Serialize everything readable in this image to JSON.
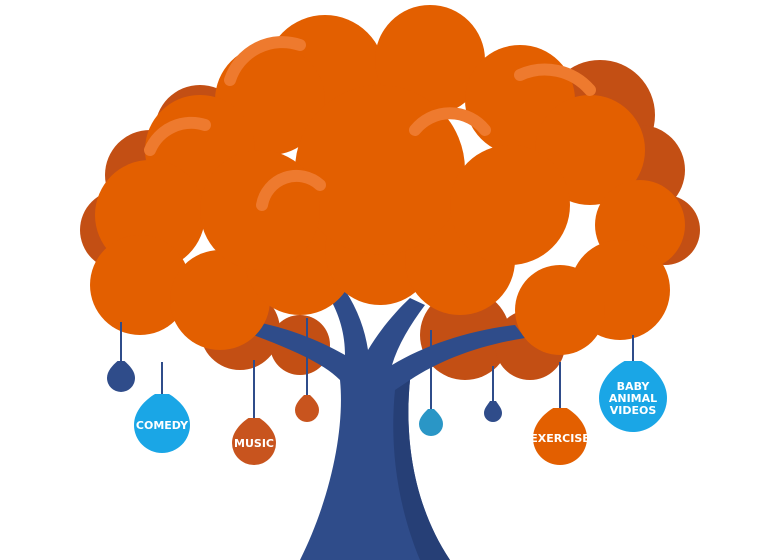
{
  "colors": {
    "canopy": "#e35f00",
    "canopy_shadow": "#c34f14",
    "canopy_highlight": "#ee7a2e",
    "trunk": "#2f4c8a",
    "trunk_shadow": "#263f76",
    "string": "#2f4c8a",
    "fruit_navy": "#2f4c8a",
    "fruit_blue": "#1aa6e6",
    "fruit_teal": "#2a96c6",
    "fruit_rust": "#c8541e",
    "fruit_orange": "#e35f00"
  },
  "fruits": [
    {
      "id": "navy-left",
      "label_lines": []
    },
    {
      "id": "comedy",
      "label_lines": [
        "COMEDY"
      ]
    },
    {
      "id": "music",
      "label_lines": [
        "MUSIC"
      ]
    },
    {
      "id": "rust-small",
      "label_lines": []
    },
    {
      "id": "teal-small",
      "label_lines": []
    },
    {
      "id": "navy-small",
      "label_lines": []
    },
    {
      "id": "exercise",
      "label_lines": [
        "EXERCISE"
      ]
    },
    {
      "id": "baby-animal-videos",
      "label_lines": [
        "BABY",
        "ANIMAL",
        "VIDEOS"
      ]
    }
  ]
}
